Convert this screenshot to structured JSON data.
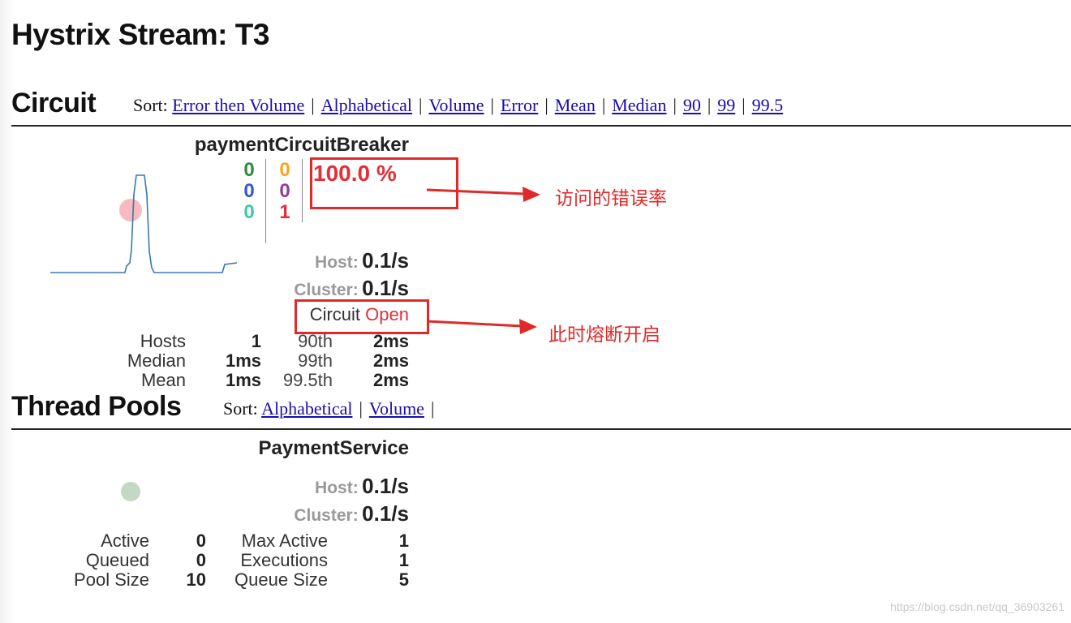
{
  "page": {
    "title": "Hystrix Stream: T3"
  },
  "circuit_section": {
    "title": "Circuit",
    "sort_label": "Sort:",
    "sort_options": [
      "Error then Volume",
      "Alphabetical",
      "Volume",
      "Error",
      "Mean",
      "Median",
      "90",
      "99",
      "99.5"
    ]
  },
  "circuit": {
    "name": "paymentCircuitBreaker",
    "counts": {
      "success": "0",
      "short_circuited": "0",
      "bad_request": "0",
      "timeout": "0",
      "rejected": "0",
      "failure": "1"
    },
    "colors": {
      "success": "#2e8b3a",
      "short_circuited": "#3355dd",
      "bad_request": "#3dc9a5",
      "timeout": "#f5a623",
      "rejected": "#8e3ca0",
      "failure": "#e0303a",
      "error_rate": "#e0303a",
      "open": "#e0303a",
      "sparkline": "#3b78ad"
    },
    "error_rate": "100.0 %",
    "host_label": "Host:",
    "host_rate": "0.1/s",
    "cluster_label": "Cluster:",
    "cluster_rate": "0.1/s",
    "status_prefix": "Circuit",
    "status_value": "Open",
    "stats": {
      "hosts_label": "Hosts",
      "hosts_value": "1",
      "median_label": "Median",
      "median_value": "1ms",
      "mean_label": "Mean",
      "mean_value": "1ms",
      "p90_label": "90th",
      "p90_value": "2ms",
      "p99_label": "99th",
      "p99_value": "2ms",
      "p995_label": "99.5th",
      "p995_value": "2ms"
    }
  },
  "annotations": {
    "error_rate_note": "访问的错误率",
    "circuit_open_note": "此时熔断开启"
  },
  "thread_pools_section": {
    "title": "Thread Pools",
    "sort_label": "Sort:",
    "sort_options": [
      "Alphabetical",
      "Volume"
    ]
  },
  "thread_pool": {
    "name": "PaymentService",
    "host_label": "Host:",
    "host_rate": "0.1/s",
    "cluster_label": "Cluster:",
    "cluster_rate": "0.1/s",
    "stats": {
      "active_label": "Active",
      "active_value": "0",
      "queued_label": "Queued",
      "queued_value": "0",
      "pool_size_label": "Pool Size",
      "pool_size_value": "10",
      "max_active_label": "Max Active",
      "max_active_value": "1",
      "executions_label": "Executions",
      "executions_value": "1",
      "queue_size_label": "Queue Size",
      "queue_size_value": "5"
    }
  },
  "watermark": "https://blog.csdn.net/qq_36903261"
}
